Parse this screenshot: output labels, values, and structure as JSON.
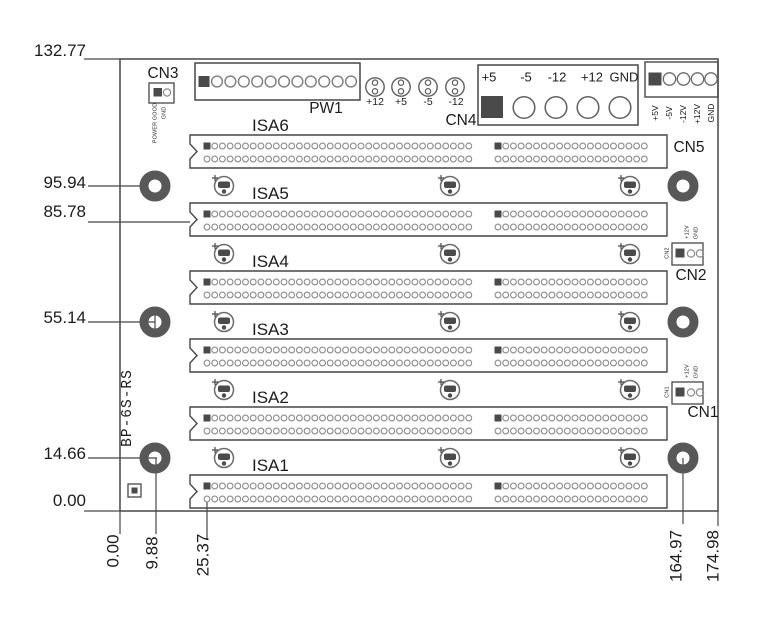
{
  "board_label": "BP-6S-RS",
  "dims_left": [
    {
      "label": "132.77"
    },
    {
      "label": "95.94"
    },
    {
      "label": "85.78"
    },
    {
      "label": "55.14"
    },
    {
      "label": "14.66"
    },
    {
      "label": "0.00"
    }
  ],
  "dims_bottom": [
    {
      "label": "0.00"
    },
    {
      "label": "9.88"
    },
    {
      "label": "25.37"
    },
    {
      "label": "164.97"
    },
    {
      "label": "174.98"
    }
  ],
  "slots": [
    {
      "label": "ISA6"
    },
    {
      "label": "ISA5"
    },
    {
      "label": "ISA4"
    },
    {
      "label": "ISA3"
    },
    {
      "label": "ISA2"
    },
    {
      "label": "ISA1"
    }
  ],
  "slot_pins": {
    "left_positions": 35,
    "right_positions": 20,
    "rows": 2
  },
  "testpoints": [
    {
      "label": "+12"
    },
    {
      "label": "+5"
    },
    {
      "label": "-5"
    },
    {
      "label": "-12"
    }
  ],
  "connectors": {
    "pw1": {
      "label": "PW1",
      "positions": 12
    },
    "cn3": {
      "label": "CN3",
      "pin_labels": [
        "POWER GOOD",
        "GND"
      ]
    },
    "cn4": {
      "label": "CN4",
      "positions": 5,
      "pin_labels": [
        "+5",
        "-5",
        "-12",
        "+12",
        "GND"
      ]
    },
    "cn5": {
      "label": "CN5",
      "positions": 5,
      "pin_labels": [
        "+5V",
        "-5V",
        "-12V",
        "+12V",
        "GND"
      ]
    },
    "cn2": {
      "label": "CN2",
      "pin_labels": [
        "+12V",
        "GND"
      ]
    },
    "cn1": {
      "label": "CN1",
      "pin_labels": [
        "+12V",
        "GND"
      ]
    }
  },
  "mounting_holes": 6,
  "capacitors": 15,
  "colors": {
    "line": "#474747",
    "pad_fill": "#4a4a4a",
    "hole_ring": "#585858",
    "pin_stroke": "#8c8c8c",
    "text": "#1c1c1c"
  }
}
